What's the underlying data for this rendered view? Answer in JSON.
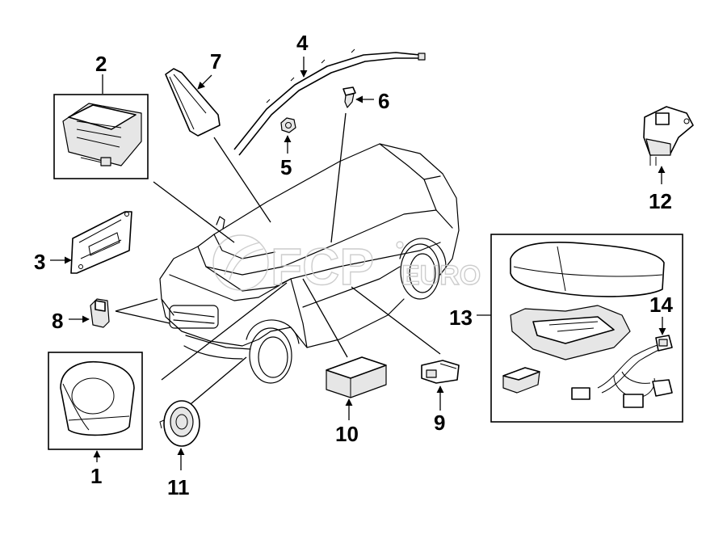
{
  "watermark": {
    "brand": "FCP",
    "suffix": "EURO"
  },
  "callouts": [
    {
      "id": "1",
      "label": "1"
    },
    {
      "id": "2",
      "label": "2"
    },
    {
      "id": "3",
      "label": "3"
    },
    {
      "id": "4",
      "label": "4"
    },
    {
      "id": "5",
      "label": "5"
    },
    {
      "id": "6",
      "label": "6"
    },
    {
      "id": "7",
      "label": "7"
    },
    {
      "id": "8",
      "label": "8"
    },
    {
      "id": "9",
      "label": "9"
    },
    {
      "id": "10",
      "label": "10"
    },
    {
      "id": "11",
      "label": "11"
    },
    {
      "id": "12",
      "label": "12"
    },
    {
      "id": "13",
      "label": "13"
    },
    {
      "id": "14",
      "label": "14"
    }
  ]
}
